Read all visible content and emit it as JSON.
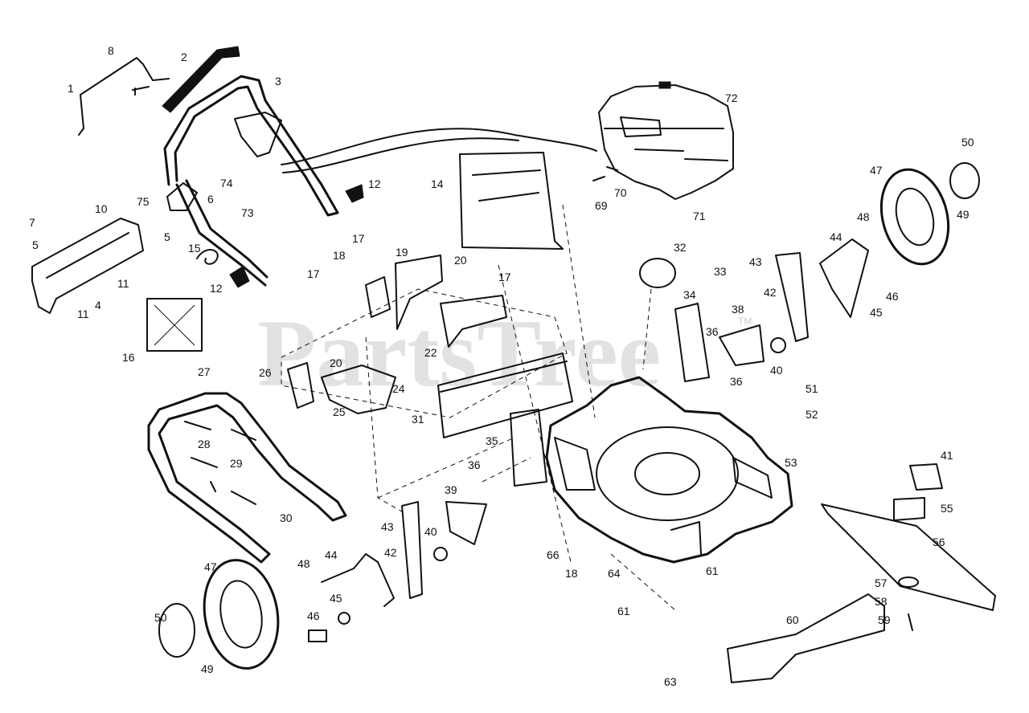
{
  "watermark": {
    "text": "PartsTree",
    "trademark": "TM"
  },
  "callouts": [
    "1",
    "2",
    "3",
    "4",
    "5",
    "6",
    "7",
    "8",
    "10",
    "11",
    "12",
    "14",
    "15",
    "16",
    "17",
    "18",
    "19",
    "20",
    "22",
    "24",
    "25",
    "26",
    "27",
    "28",
    "29",
    "30",
    "31",
    "32",
    "33",
    "34",
    "35",
    "36",
    "38",
    "39",
    "40",
    "41",
    "42",
    "43",
    "44",
    "45",
    "46",
    "47",
    "48",
    "49",
    "50",
    "51",
    "52",
    "53",
    "55",
    "56",
    "57",
    "58",
    "59",
    "60",
    "61",
    "63",
    "64",
    "66",
    "69",
    "70",
    "71",
    "72",
    "73",
    "74",
    "75"
  ]
}
